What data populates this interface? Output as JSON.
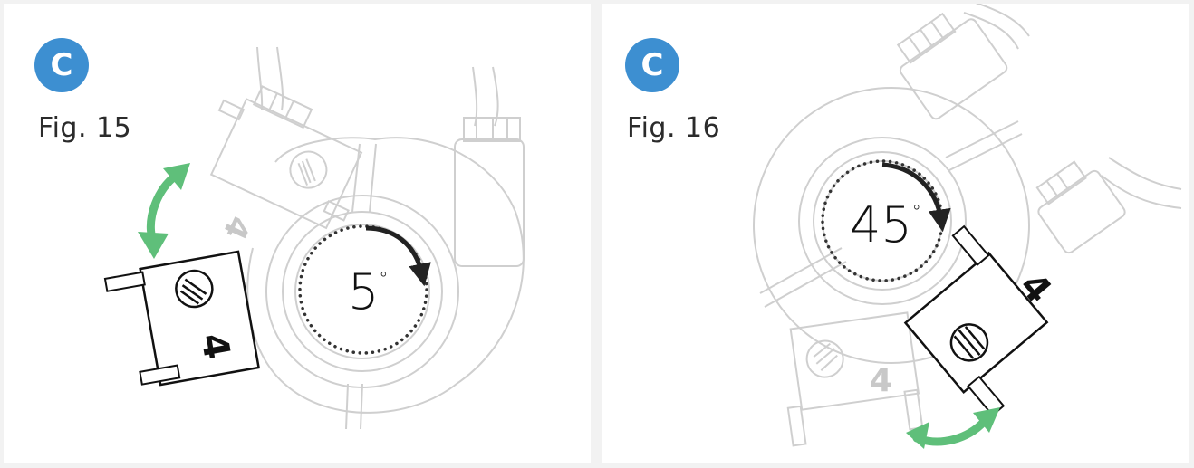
{
  "figures": [
    {
      "id": "fig15",
      "badge": "C",
      "label": "Fig. 15",
      "angle_value": "5",
      "angle_unit": "°",
      "block_number": "4",
      "colors": {
        "badge": "#3d8fd1",
        "arrow": "#5fbf7a",
        "line": "#cfcfcf",
        "ink": "#111111"
      },
      "icons": [
        "double-arrow-icon",
        "rotation-arrow-icon",
        "screw-icon"
      ]
    },
    {
      "id": "fig16",
      "badge": "C",
      "label": "Fig. 16",
      "angle_value": "45",
      "angle_unit": "°",
      "block_number": "4",
      "colors": {
        "badge": "#3d8fd1",
        "arrow": "#5fbf7a",
        "line": "#cfcfcf",
        "ink": "#111111"
      },
      "icons": [
        "double-arrow-icon",
        "rotation-arrow-icon",
        "screw-icon"
      ]
    }
  ]
}
